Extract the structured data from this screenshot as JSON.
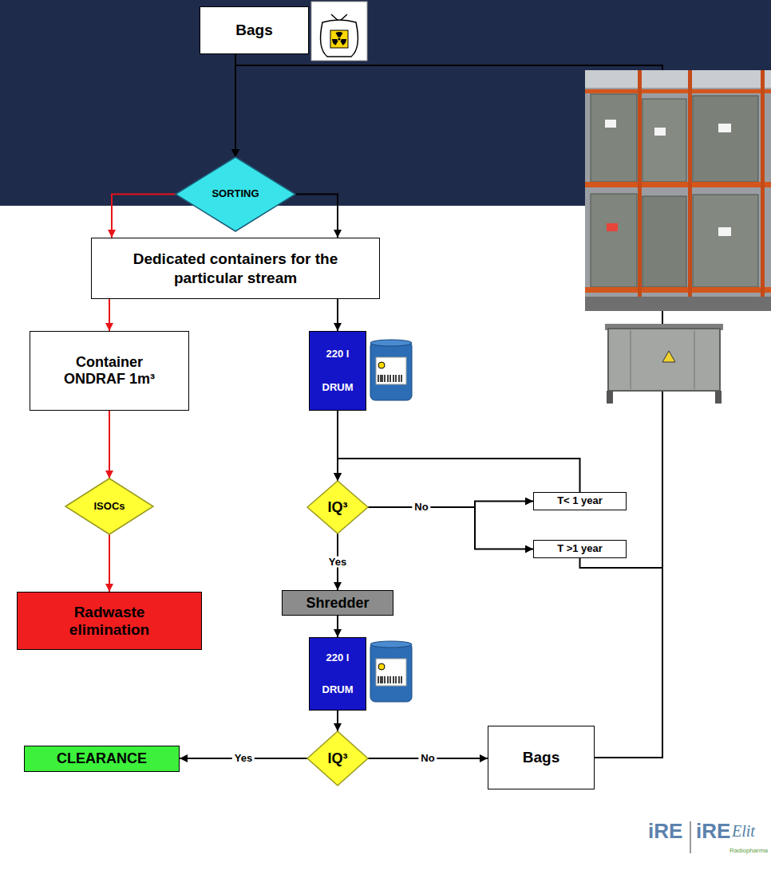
{
  "diagram": {
    "nodes": [
      {
        "text": [
          "Bags"
        ]
      },
      {
        "text": [
          "SORTING"
        ]
      },
      {
        "text": [
          "Dedicated containers for the particular stream"
        ]
      },
      {
        "text": [
          "Container ONDRAF 1m³"
        ]
      },
      {
        "text": [
          "220 l DRUM"
        ]
      },
      {
        "text": [
          "ISOCs"
        ]
      },
      {
        "text": [
          "Radwaste elimination"
        ]
      },
      {
        "text": [
          "IQ³"
        ]
      },
      {
        "text": [
          "T< 1 year"
        ]
      },
      {
        "text": [
          "T >1 year"
        ]
      },
      {
        "text": [
          "Shredder"
        ]
      },
      {
        "text": [
          "220 l DRUM"
        ]
      },
      {
        "text": [
          "IQ³"
        ]
      },
      {
        "text": [
          "CLEARANCE"
        ]
      },
      {
        "text": [
          "Bags"
        ]
      }
    ],
    "edges": [
      {
        "from": 0,
        "to": 1,
        "arrow": "to"
      },
      {
        "from": 1,
        "to": 2,
        "arrow": "to"
      },
      {
        "from": 1,
        "to": 2,
        "arrow": "to"
      },
      {
        "from": 2,
        "to": 3,
        "arrow": "to"
      },
      {
        "from": 2,
        "to": 4,
        "arrow": "to"
      },
      {
        "from": 3,
        "to": 5,
        "arrow": "to"
      },
      {
        "from": 5,
        "to": 6,
        "arrow": "to"
      },
      {
        "from": 4,
        "to": 7,
        "arrow": "to"
      },
      {
        "from": 7,
        "to": 8,
        "label": "No",
        "arrow": "to"
      },
      {
        "from": 7,
        "to": 9,
        "arrow": "to"
      },
      {
        "from": 8,
        "to": 7,
        "arrow": "to"
      },
      {
        "from": 9,
        "to": 1,
        "arrow": "to"
      },
      {
        "from": 7,
        "to": 10,
        "label": "Yes",
        "arrow": "to"
      },
      {
        "from": 10,
        "to": 11,
        "arrow": "to"
      },
      {
        "from": 11,
        "to": 12,
        "arrow": "to"
      },
      {
        "from": 12,
        "to": 13,
        "label": "Yes",
        "arrow": "to"
      },
      {
        "from": 12,
        "to": 14,
        "label": "No",
        "arrow": "to"
      },
      {
        "from": 14,
        "to": 1,
        "arrow": "to"
      }
    ],
    "labels": [
      "iRE",
      "iRE",
      "Elit",
      "Radiopharma"
    ]
  }
}
